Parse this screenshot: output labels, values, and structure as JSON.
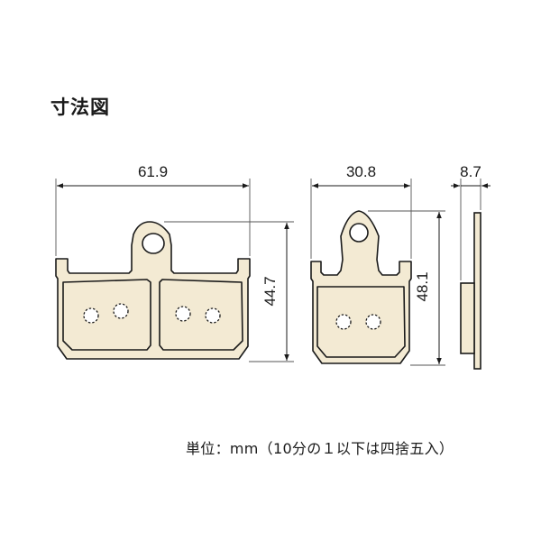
{
  "title": "寸法図",
  "dimensions": {
    "pad_a_width": "61.9",
    "pad_a_height": "44.7",
    "pad_b_width": "30.8",
    "pad_b_height": "48.1",
    "thickness": "8.7"
  },
  "unit_note": "単位：mm（10分の１以下は四捨五入）",
  "colors": {
    "pad_fill": "#f3ead3",
    "line": "#1a1a1a",
    "dim_line": "#555555"
  }
}
